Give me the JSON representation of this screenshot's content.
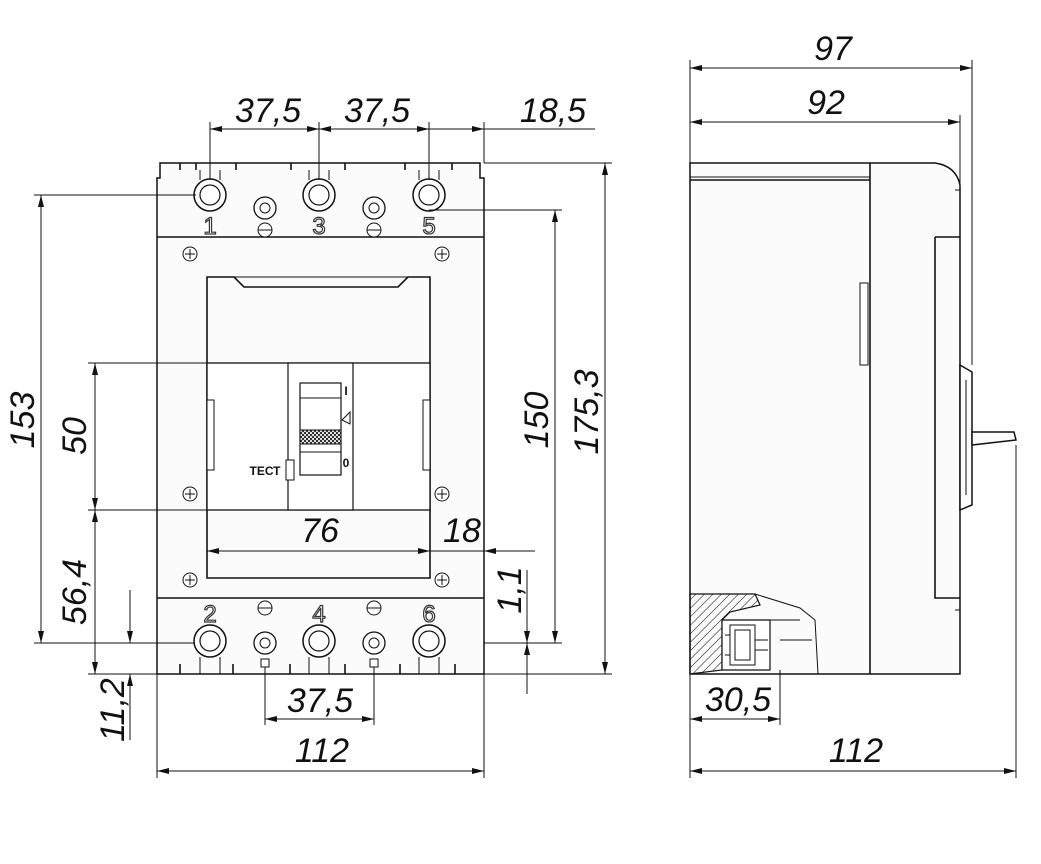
{
  "front_view": {
    "top_dims": [
      "37,5",
      "37,5",
      "18,5"
    ],
    "terminal_numbers_top": [
      "1",
      "3",
      "5"
    ],
    "terminal_numbers_bottom": [
      "2",
      "4",
      "6"
    ],
    "left_dims": [
      "153",
      "50",
      "56,4",
      "11,2"
    ],
    "right_dims": [
      "150",
      "175,3",
      "1,1"
    ],
    "inner_dims": [
      "76",
      "18"
    ],
    "bottom_dims": [
      "37,5",
      "112"
    ],
    "test_label": "ТЕСТ",
    "switch_marks": [
      "I",
      "0"
    ]
  },
  "side_view": {
    "top_dims": [
      "97",
      "92"
    ],
    "bottom_dims": [
      "30,5",
      "112"
    ]
  }
}
